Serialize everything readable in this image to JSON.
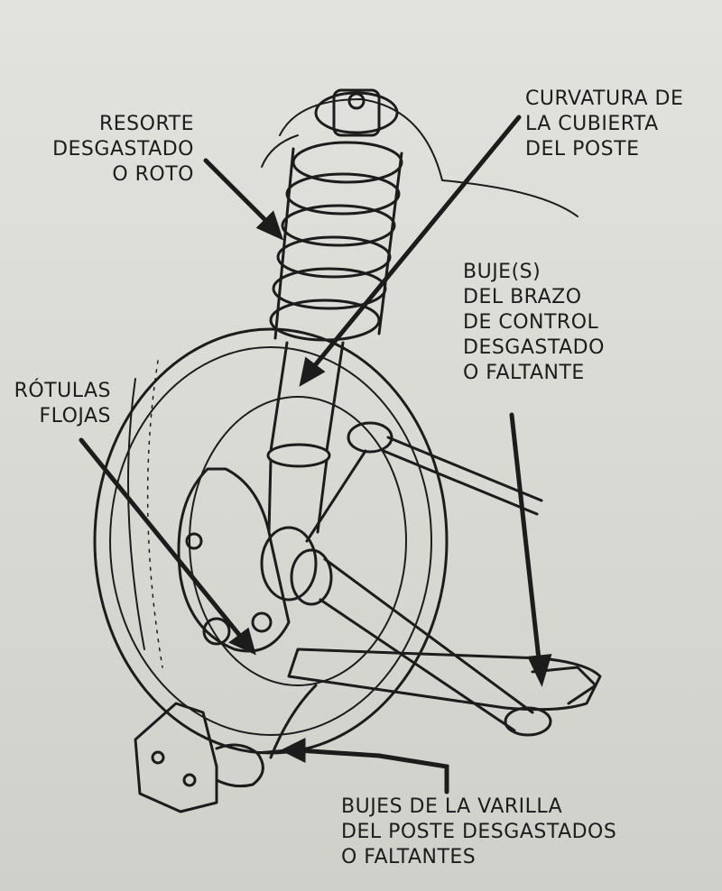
{
  "labels": {
    "resorte": [
      "RESORTE",
      "DESGASTADO",
      "O ROTO"
    ],
    "curvatura": [
      "CURVATURA DE",
      "LA CUBIERTA",
      "DEL POSTE"
    ],
    "bujes_brazo": [
      "BUJE(S)",
      "DEL BRAZO",
      "DE CONTROL",
      "DESGASTADO",
      "O FALTANTE"
    ],
    "rotulas": [
      "RÓTULAS",
      "FLOJAS"
    ],
    "bujes_varilla": [
      "BUJES DE LA VARILLA",
      "DEL POSTE DESGASTADOS",
      "O FALTANTES"
    ]
  },
  "colors": {
    "ink": "#1c1c1c",
    "paper": "#dcdcd8"
  }
}
